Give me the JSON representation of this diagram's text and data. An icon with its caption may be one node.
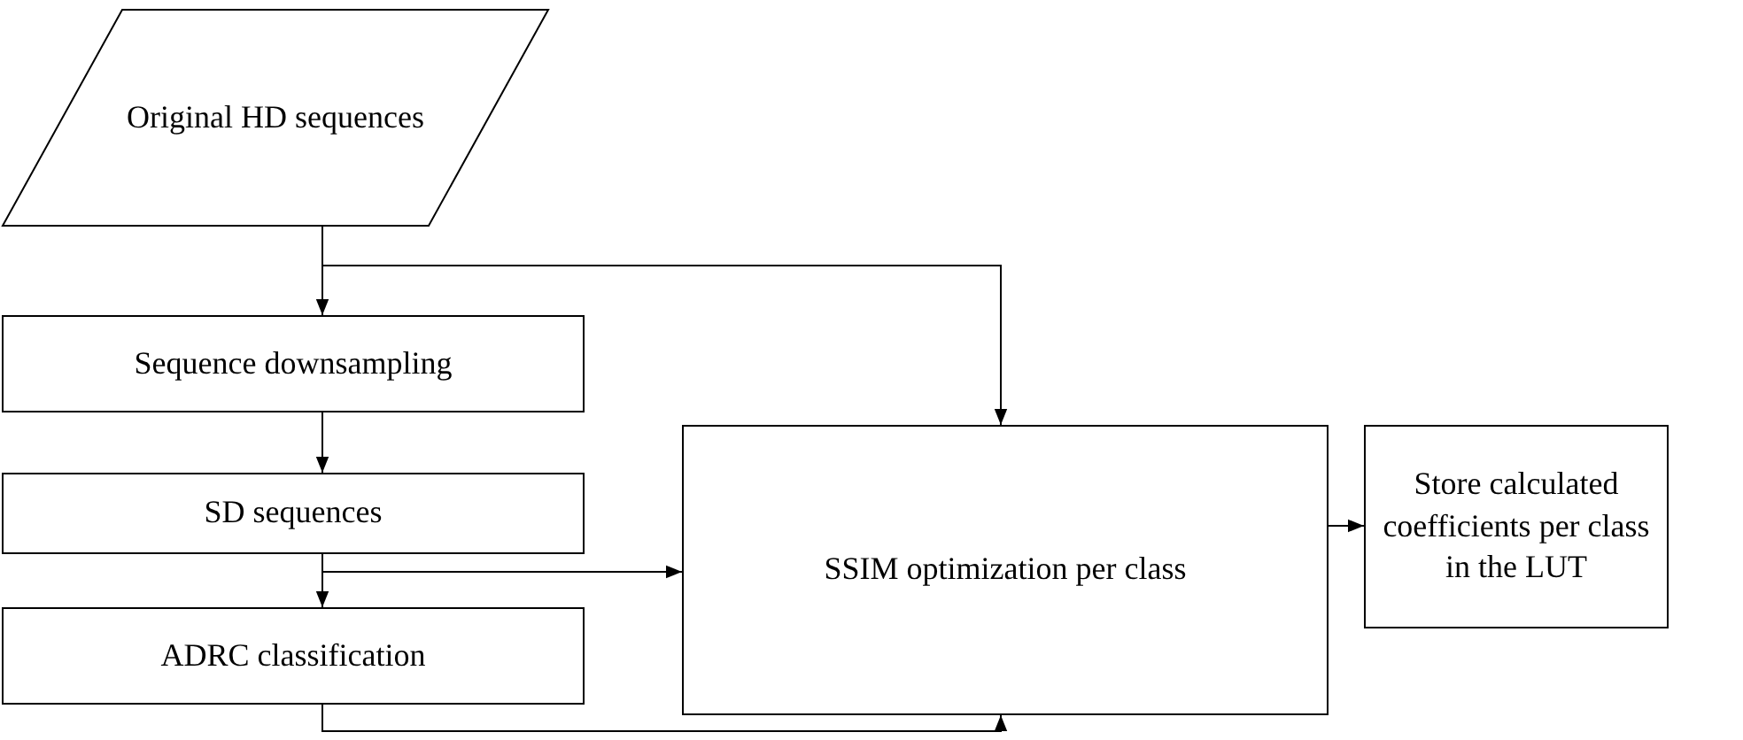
{
  "diagram": {
    "nodes": [
      {
        "text": [
          "Original HD sequences"
        ]
      },
      {
        "text": [
          "Sequence downsampling"
        ]
      },
      {
        "text": [
          "SD sequences"
        ]
      },
      {
        "text": [
          "ADRC classification"
        ]
      },
      {
        "text": [
          "SSIM optimization per class"
        ]
      },
      {
        "text": [
          "Store calculated coefficients per class in the LUT"
        ]
      }
    ],
    "edges": [
      {
        "from": 0,
        "to": 1,
        "arrow": "to"
      },
      {
        "from": 0,
        "to": 4,
        "arrow": "to"
      },
      {
        "from": 1,
        "to": 2,
        "arrow": "to"
      },
      {
        "from": 2,
        "to": 3,
        "arrow": "to"
      },
      {
        "from": 2,
        "to": 4,
        "arrow": "to"
      },
      {
        "from": 3,
        "to": 4,
        "arrow": "to"
      },
      {
        "from": 4,
        "to": 5,
        "arrow": "to"
      }
    ]
  }
}
